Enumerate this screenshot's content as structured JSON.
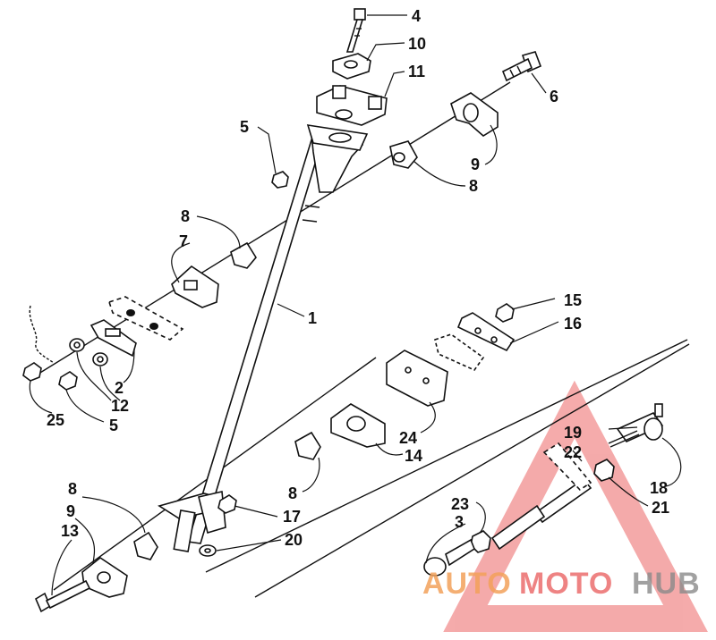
{
  "callouts": [
    {
      "id": "4",
      "label": "4"
    },
    {
      "id": "10",
      "label": "10"
    },
    {
      "id": "11",
      "label": "11"
    },
    {
      "id": "6",
      "label": "6"
    },
    {
      "id": "5a",
      "label": "5"
    },
    {
      "id": "9a",
      "label": "9"
    },
    {
      "id": "8a",
      "label": "8"
    },
    {
      "id": "8b",
      "label": "8"
    },
    {
      "id": "7",
      "label": "7"
    },
    {
      "id": "1",
      "label": "1"
    },
    {
      "id": "15",
      "label": "15"
    },
    {
      "id": "16",
      "label": "16"
    },
    {
      "id": "2",
      "label": "2"
    },
    {
      "id": "12",
      "label": "12"
    },
    {
      "id": "25",
      "label": "25"
    },
    {
      "id": "5b",
      "label": "5"
    },
    {
      "id": "24",
      "label": "24"
    },
    {
      "id": "14",
      "label": "14"
    },
    {
      "id": "19",
      "label": "19"
    },
    {
      "id": "22",
      "label": "22"
    },
    {
      "id": "18",
      "label": "18"
    },
    {
      "id": "21",
      "label": "21"
    },
    {
      "id": "8c",
      "label": "8"
    },
    {
      "id": "23",
      "label": "23"
    },
    {
      "id": "3",
      "label": "3"
    },
    {
      "id": "8d",
      "label": "8"
    },
    {
      "id": "9b",
      "label": "9"
    },
    {
      "id": "13",
      "label": "13"
    },
    {
      "id": "17",
      "label": "17"
    },
    {
      "id": "20",
      "label": "20"
    }
  ],
  "watermark": {
    "part1": "AUTO",
    "part2": "MOTO",
    "part3": "HUB",
    "color_a": "#f2a15a",
    "color_b": "#e85a5a",
    "color_c": "#8a8a8a",
    "triangle_color": "#e84545"
  }
}
